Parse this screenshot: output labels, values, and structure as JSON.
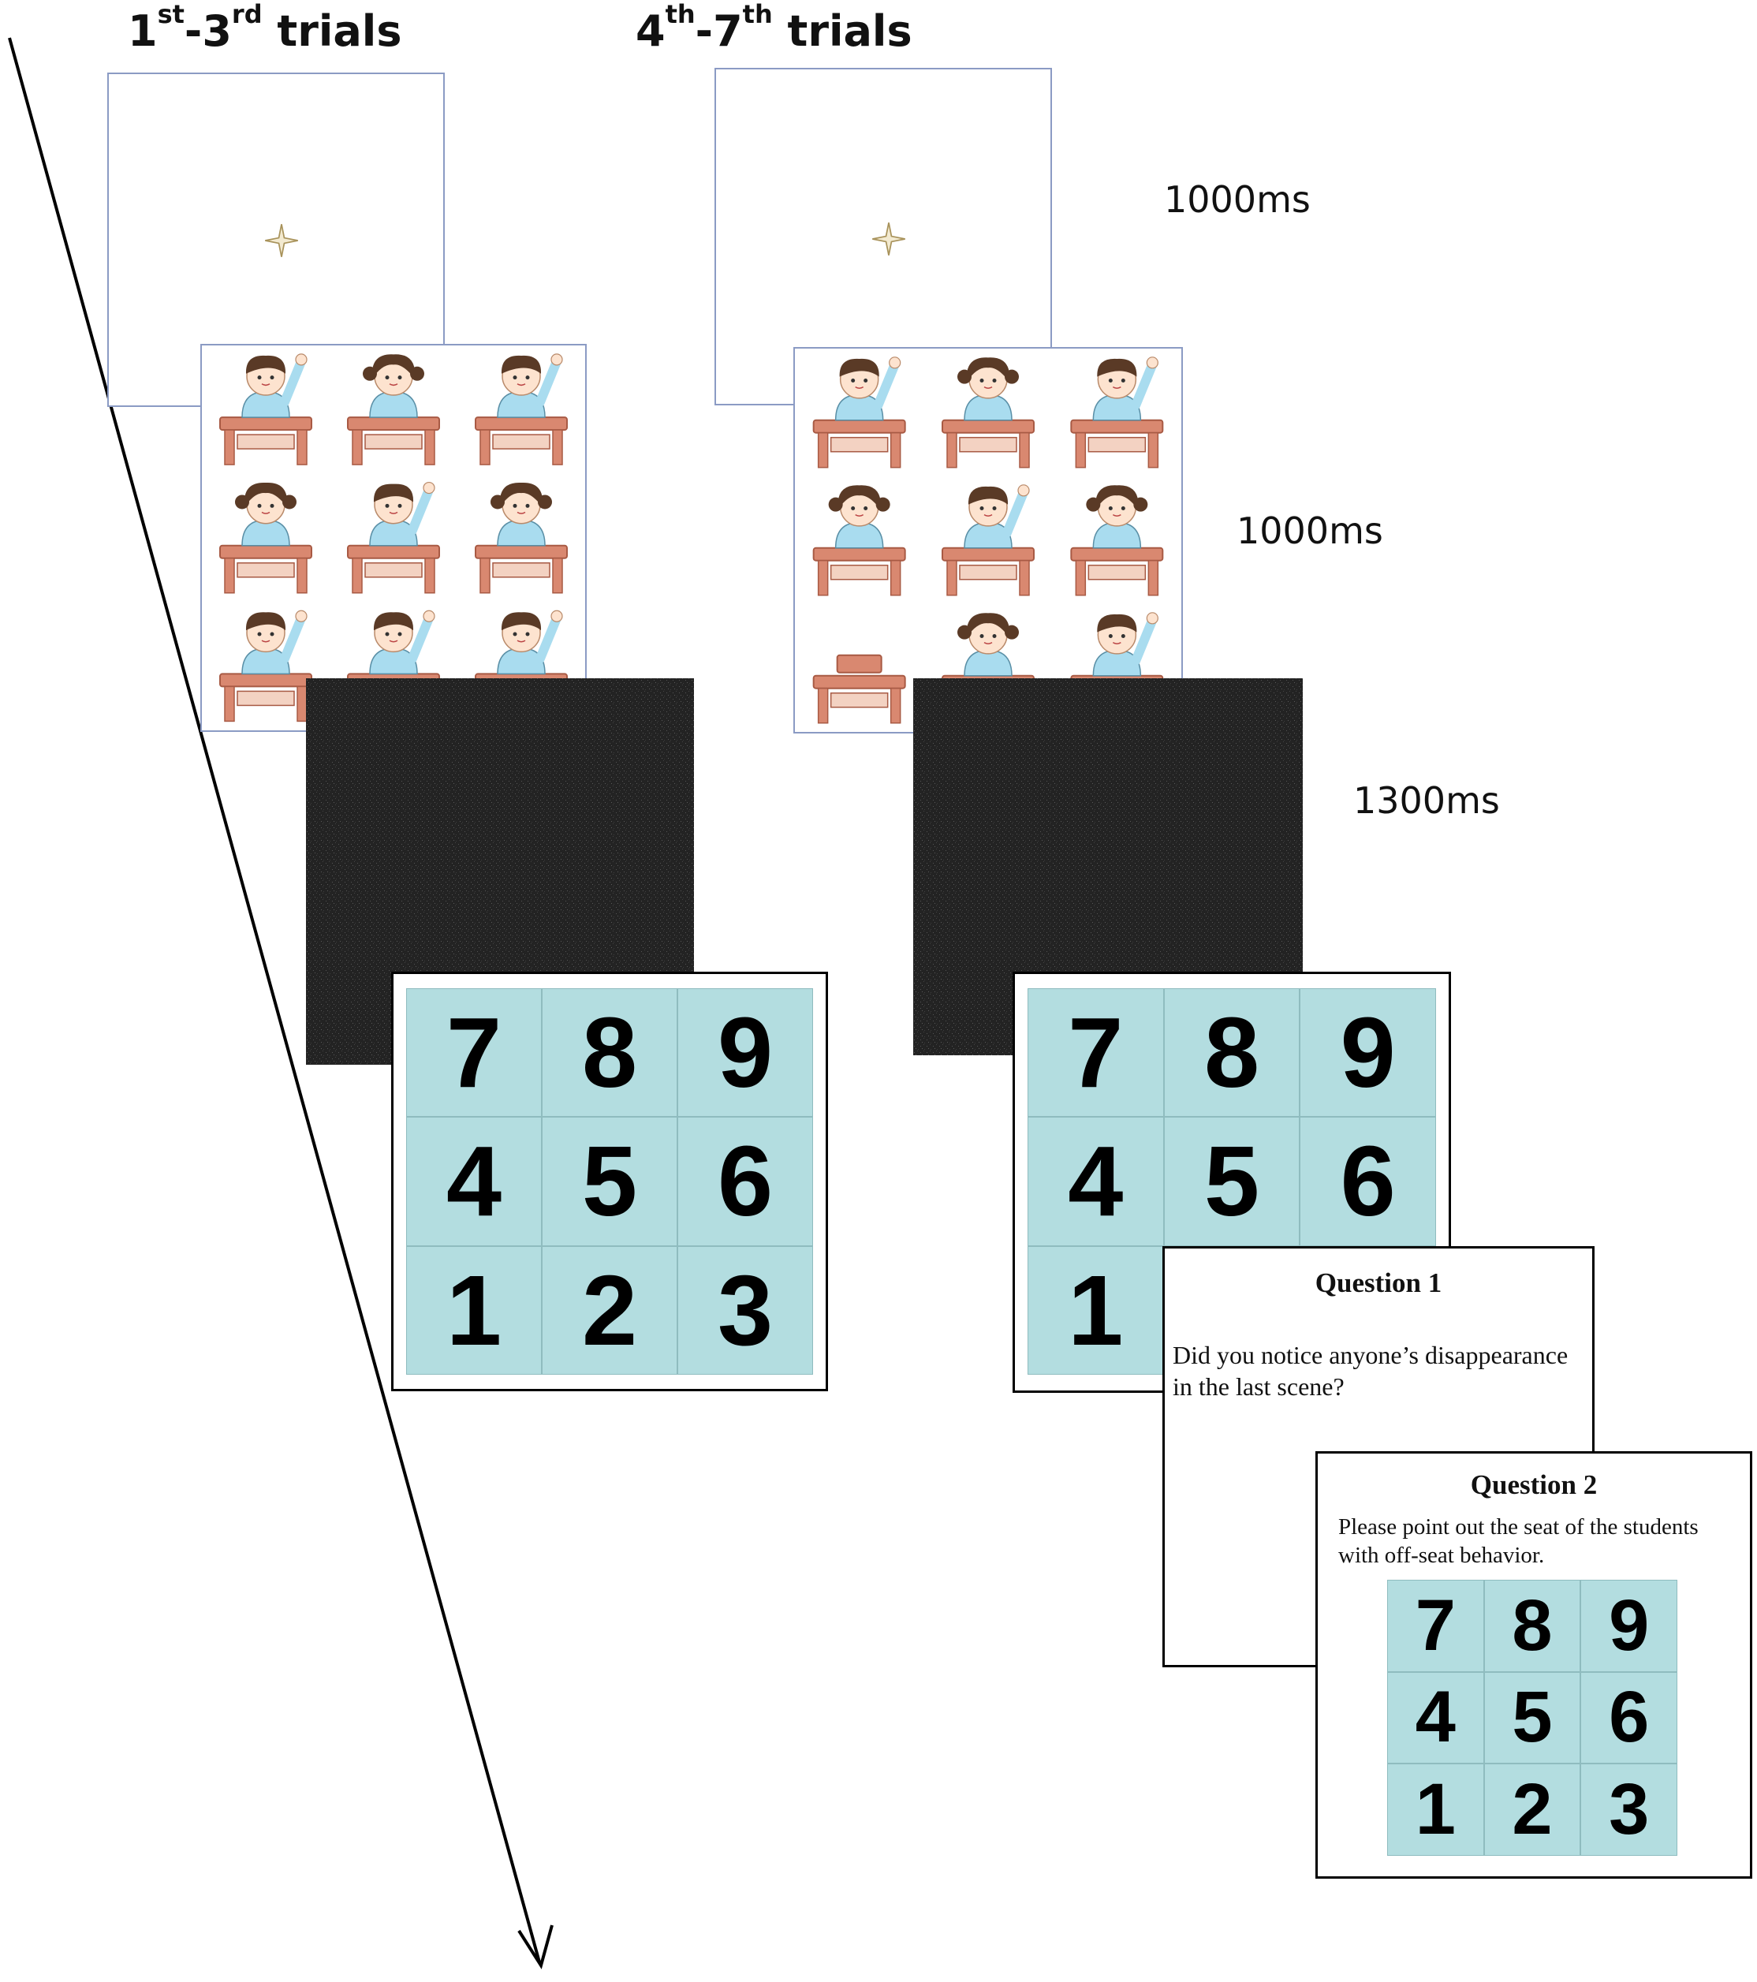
{
  "headings": {
    "left": {
      "main": "1",
      "sup1": "st",
      "mid": "-3",
      "sup2": "rd",
      "rest": " trials"
    },
    "right": {
      "main": "4",
      "sup1": "th",
      "mid": "-7",
      "sup2": "th",
      "rest": " trials"
    }
  },
  "timings": {
    "fixation": "1000ms",
    "scene": "1000ms",
    "mask": "1300ms"
  },
  "keypad": {
    "rows": [
      [
        "7",
        "8",
        "9"
      ],
      [
        "4",
        "5",
        "6"
      ],
      [
        "1",
        "2",
        "3"
      ]
    ]
  },
  "question1": {
    "title": "Question 1",
    "line1": "Did you notice anyone’s disappearance",
    "line2": "in the last scene?"
  },
  "question2": {
    "title": "Question 2",
    "line1": "Please point out the seat of the students",
    "line2": "with off-seat behavior."
  },
  "colors": {
    "frame_border": "#8b9bc4",
    "mask": "#232323",
    "keypad_fill": "#b3dde0",
    "desk": "#d98870",
    "shirt": "#a9dcef",
    "hair": "#5a3a26"
  }
}
